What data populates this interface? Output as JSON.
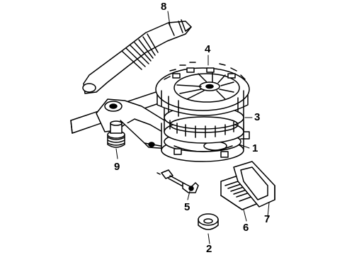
{
  "diagram": {
    "callouts": [
      {
        "id": "c1",
        "label": "1"
      },
      {
        "id": "c2",
        "label": "2"
      },
      {
        "id": "c3",
        "label": "3"
      },
      {
        "id": "c4",
        "label": "4"
      },
      {
        "id": "c5",
        "label": "5"
      },
      {
        "id": "c6",
        "label": "6"
      },
      {
        "id": "c7",
        "label": "7"
      },
      {
        "id": "c8",
        "label": "8"
      },
      {
        "id": "c9",
        "label": "9"
      }
    ]
  },
  "colors": {
    "ink": "#000000",
    "paper": "#ffffff"
  }
}
